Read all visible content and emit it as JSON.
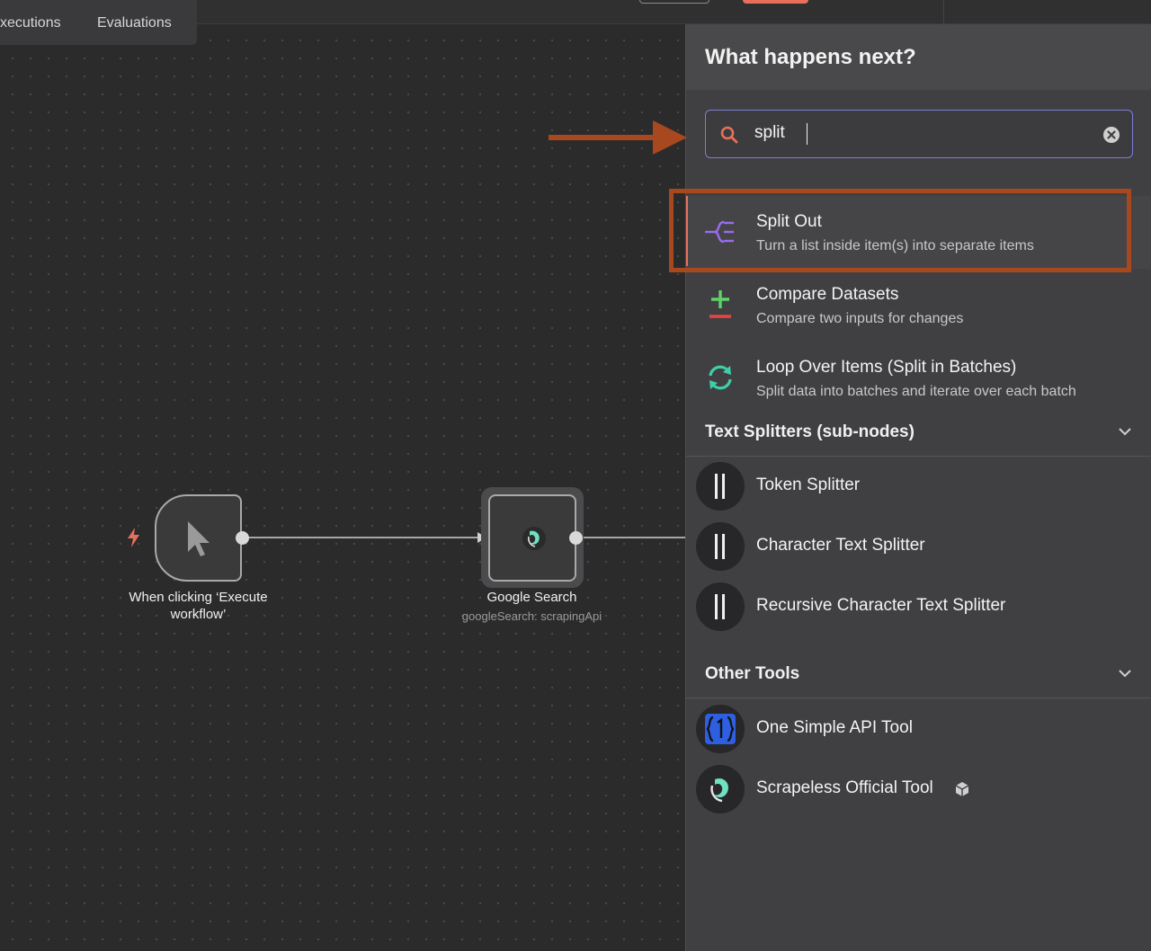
{
  "topbar": {
    "tabs": [
      {
        "label": "xecutions"
      },
      {
        "label": "Evaluations"
      }
    ]
  },
  "canvas": {
    "trigger_node": {
      "label": "When clicking ‘Execute workflow’",
      "icon": "pointer-icon",
      "badge_icon": "lightning-icon"
    },
    "gsearch_node": {
      "label": "Google Search",
      "sublabel": "googleSearch: scrapingApi",
      "icon": "scrapeless-logo-icon"
    }
  },
  "panel": {
    "title": "What happens next?",
    "search": {
      "value": "split",
      "placeholder": ""
    },
    "results": [
      {
        "title": "Split Out",
        "desc": "Turn a list inside item(s) into separate items",
        "icon": "split-out-icon",
        "selected": true
      },
      {
        "title": "Compare Datasets",
        "desc": "Compare two inputs for changes",
        "icon": "compare-datasets-icon"
      },
      {
        "title": "Loop Over Items (Split in Batches)",
        "desc": "Split data into batches and iterate over each batch",
        "icon": "loop-icon"
      }
    ],
    "sections": [
      {
        "title": "Text Splitters (sub-nodes)",
        "items": [
          {
            "label": "Token Splitter",
            "icon": "splitter-icon"
          },
          {
            "label": "Character Text Splitter",
            "icon": "splitter-icon"
          },
          {
            "label": "Recursive Character Text Splitter",
            "icon": "splitter-icon"
          }
        ]
      },
      {
        "title": "Other Tools",
        "items": [
          {
            "label": "One Simple API Tool",
            "icon": "one-simple-api-icon"
          },
          {
            "label": "Scrapeless Official Tool",
            "icon": "scrapeless-logo-icon",
            "badge_icon": "community-node-icon"
          }
        ]
      }
    ]
  },
  "colors": {
    "accent": "#e8705a",
    "annotation": "#a8481e",
    "search_border": "#7c7cd8",
    "split_out_purple": "#9a6cf0",
    "compare_green": "#5fd36a",
    "compare_red": "#e84545",
    "loop_teal": "#3fcfa8"
  }
}
